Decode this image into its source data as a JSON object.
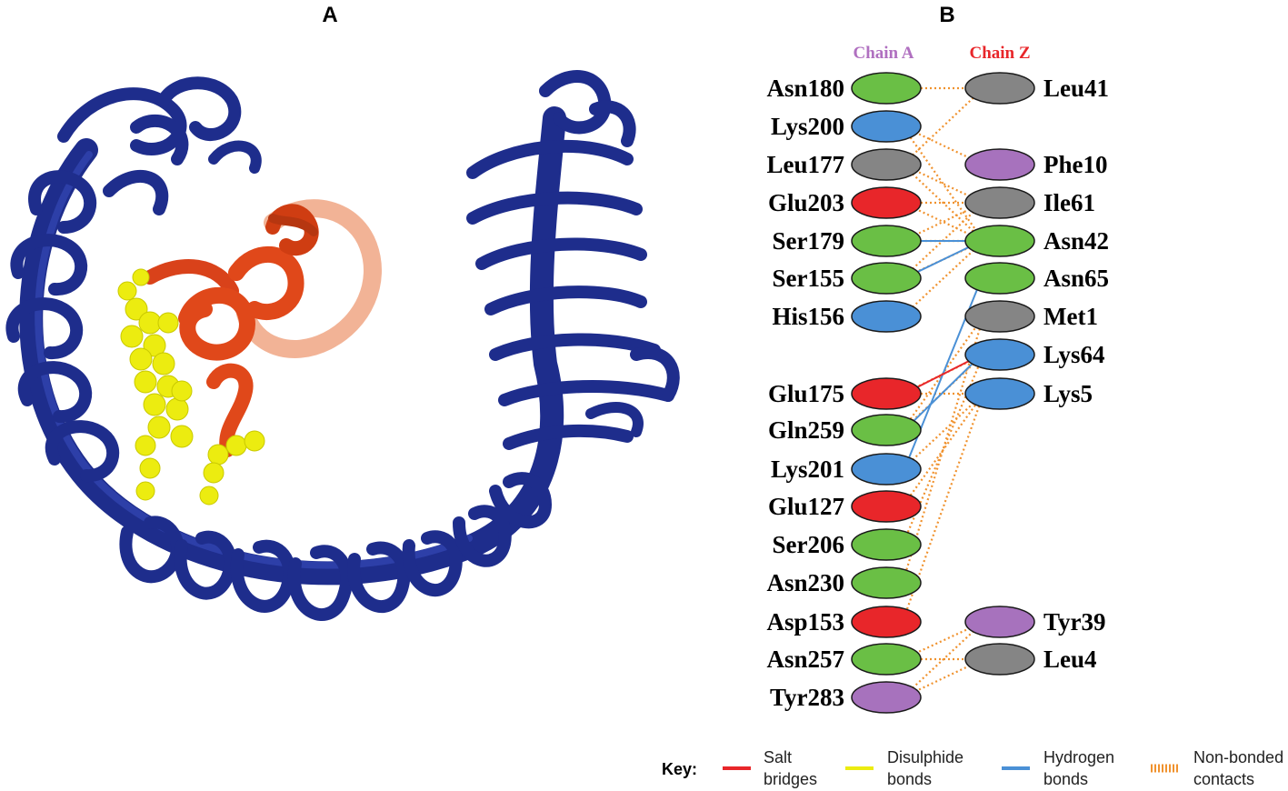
{
  "panels": {
    "a_label": "A",
    "b_label": "B"
  },
  "colors": {
    "lrr_protein": "#1e2d8c",
    "bound_protein": "#e0481a",
    "disulphide_spheres": "#ecec10",
    "residue_green": "#6abf45",
    "residue_blue": "#4a90d6",
    "residue_gray": "#858585",
    "residue_red": "#e8262a",
    "residue_purple": "#a772bd",
    "chain_a_title": "#b070c0",
    "chain_z_title": "#e8262a",
    "salt_bridge": "#e8262a",
    "disulphide": "#ecec10",
    "hydrogen": "#4a90d6",
    "non_bonded": "#f0922e"
  },
  "chains": {
    "a_title": "Chain A",
    "z_title": "Chain Z"
  },
  "chain_a": [
    {
      "name": "Asn180",
      "color": "residue_green"
    },
    {
      "name": "Lys200",
      "color": "residue_blue"
    },
    {
      "name": "Leu177",
      "color": "residue_gray"
    },
    {
      "name": "Glu203",
      "color": "residue_red"
    },
    {
      "name": "Ser179",
      "color": "residue_green"
    },
    {
      "name": "Ser155",
      "color": "residue_green"
    },
    {
      "name": "His156",
      "color": "residue_blue"
    },
    {
      "name": "Glu175",
      "color": "residue_red"
    },
    {
      "name": "Gln259",
      "color": "residue_green"
    },
    {
      "name": "Lys201",
      "color": "residue_blue"
    },
    {
      "name": "Glu127",
      "color": "residue_red"
    },
    {
      "name": "Ser206",
      "color": "residue_green"
    },
    {
      "name": "Asn230",
      "color": "residue_green"
    },
    {
      "name": "Asp153",
      "color": "residue_red"
    },
    {
      "name": "Asn257",
      "color": "residue_green"
    },
    {
      "name": "Tyr283",
      "color": "residue_purple"
    }
  ],
  "chain_z": [
    {
      "name": "Leu41",
      "color": "residue_gray"
    },
    {
      "name": "Phe10",
      "color": "residue_purple"
    },
    {
      "name": "Ile61",
      "color": "residue_gray"
    },
    {
      "name": "Asn42",
      "color": "residue_green"
    },
    {
      "name": "Asn65",
      "color": "residue_green"
    },
    {
      "name": "Met1",
      "color": "residue_gray"
    },
    {
      "name": "Lys64",
      "color": "residue_blue"
    },
    {
      "name": "Lys5",
      "color": "residue_blue"
    },
    {
      "name": "Tyr39",
      "color": "residue_purple"
    },
    {
      "name": "Leu4",
      "color": "residue_gray"
    }
  ],
  "bonds": {
    "non_bonded": [
      [
        "Asn180",
        "Leu41"
      ],
      [
        "Lys200",
        "Phe10"
      ],
      [
        "Lys200",
        "Asn42"
      ],
      [
        "Leu177",
        "Leu41"
      ],
      [
        "Leu177",
        "Ile61"
      ],
      [
        "Leu177",
        "Asn42"
      ],
      [
        "Glu203",
        "Ile61"
      ],
      [
        "Glu203",
        "Asn42"
      ],
      [
        "Ser179",
        "Asn42"
      ],
      [
        "Ser179",
        "Ile61"
      ],
      [
        "Ser155",
        "Asn42"
      ],
      [
        "Ser155",
        "Ile61"
      ],
      [
        "His156",
        "Asn42"
      ],
      [
        "Glu175",
        "Lys64"
      ],
      [
        "Glu175",
        "Lys5"
      ],
      [
        "Gln259",
        "Lys64"
      ],
      [
        "Gln259",
        "Met1"
      ],
      [
        "Lys201",
        "Lys5"
      ],
      [
        "Glu127",
        "Lys5"
      ],
      [
        "Ser206",
        "Lys64"
      ],
      [
        "Asn230",
        "Met1"
      ],
      [
        "Asp153",
        "Lys5"
      ],
      [
        "Asn257",
        "Tyr39"
      ],
      [
        "Asn257",
        "Leu4"
      ],
      [
        "Tyr283",
        "Tyr39"
      ],
      [
        "Tyr283",
        "Leu4"
      ]
    ],
    "hydrogen": [
      [
        "Ser179",
        "Asn42"
      ],
      [
        "Ser155",
        "Asn42"
      ],
      [
        "Lys201",
        "Asn65"
      ],
      [
        "Gln259",
        "Lys64"
      ]
    ],
    "salt": [
      [
        "Glu175",
        "Lys64"
      ]
    ]
  },
  "key": {
    "title": "Key:",
    "items": [
      {
        "line1": "Salt",
        "line2": "bridges",
        "color": "salt_bridge",
        "style": "solid"
      },
      {
        "line1": "Disulphide",
        "line2": "bonds",
        "color": "disulphide",
        "style": "solid"
      },
      {
        "line1": "Hydrogen",
        "line2": "bonds",
        "color": "hydrogen",
        "style": "solid"
      },
      {
        "line1": "Non-bonded",
        "line2": "contacts",
        "color": "non_bonded",
        "style": "hatched"
      }
    ]
  }
}
